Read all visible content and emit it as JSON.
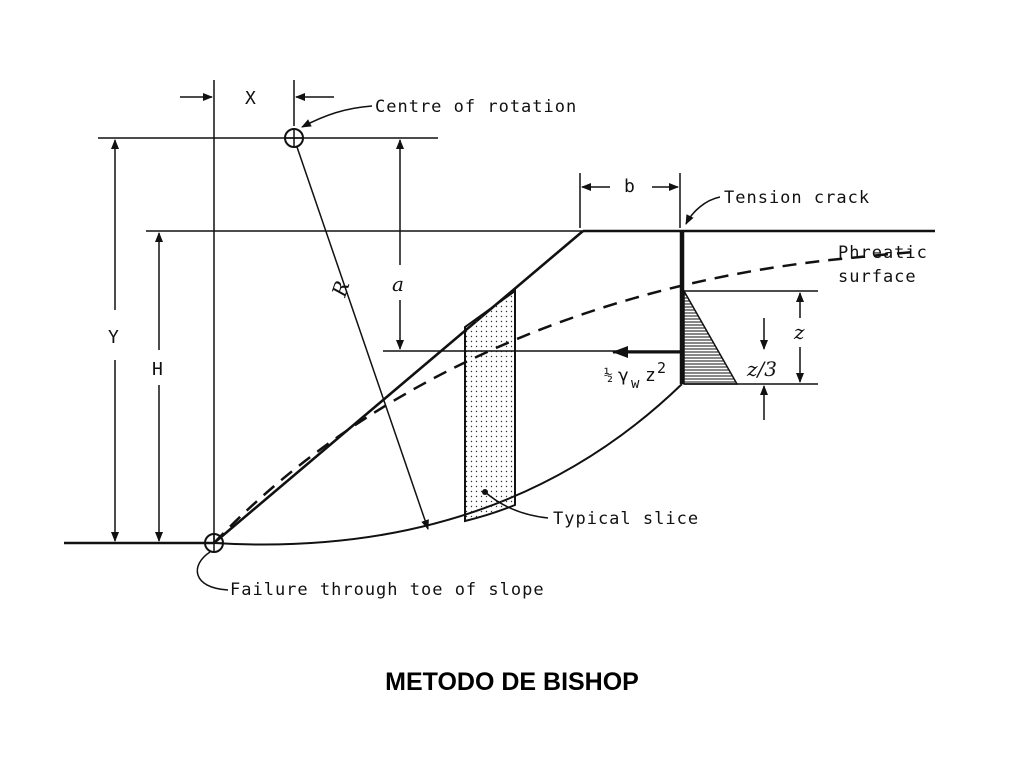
{
  "labels": {
    "x_dim": "X",
    "centre_of_rotation": "Centre of rotation",
    "b_dim": "b",
    "tension_crack": "Tension crack",
    "phreatic_line1": "Phreatic",
    "phreatic_line2": "surface",
    "y_dim": "Y",
    "h_dim": "H",
    "r_dim": "R",
    "a_dim": "a",
    "z_dim": "z",
    "z3_dim": "z/3",
    "force_half": "½",
    "force_gamma": "γ",
    "force_sub": "w",
    "force_z": "z",
    "force_sup": "2",
    "typical_slice": "Typical slice",
    "failure_toe": "Failure through toe of slope"
  },
  "title": "METODO DE BISHOP"
}
